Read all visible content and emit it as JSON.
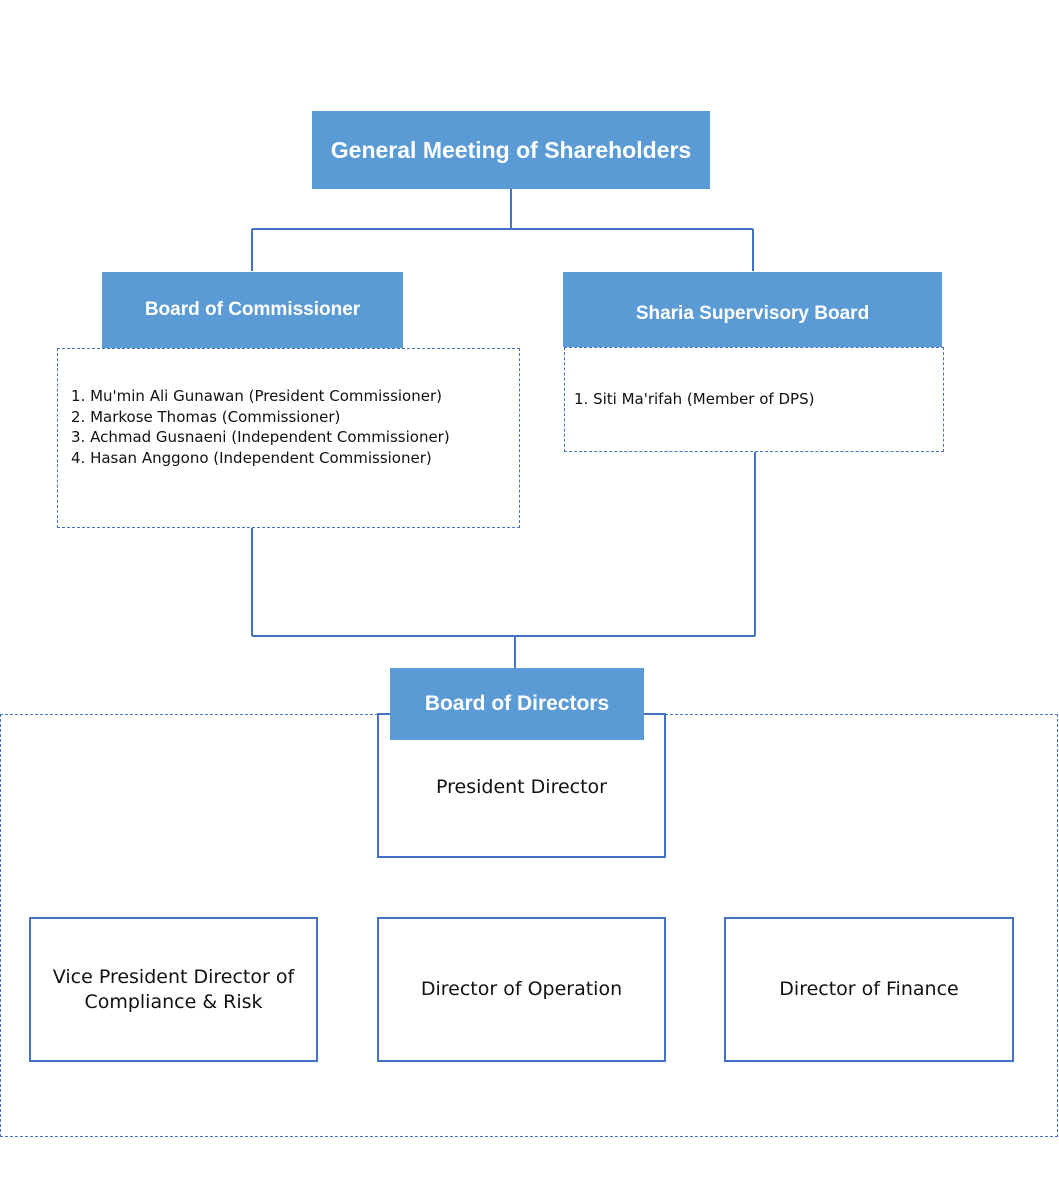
{
  "colors": {
    "header_fill": "#5b9bd5",
    "connector": "#4472c4",
    "header_text": "#ffffff"
  },
  "gms": {
    "title": "General Meeting of Shareholders"
  },
  "commissioners": {
    "title": "Board of Commissioner",
    "members": [
      "1. Mu'min Ali Gunawan (President Commissioner)",
      "2. Markose Thomas (Commissioner)",
      "3. Achmad Gusnaeni (Independent Commissioner)",
      "4. Hasan Anggono (Independent Commissioner)"
    ]
  },
  "sharia": {
    "title": "Sharia Supervisory Board",
    "members": [
      "1. Siti Ma'rifah (Member of DPS)"
    ]
  },
  "directors": {
    "title": "Board of Directors",
    "president": "President Director",
    "subordinates": [
      "Vice President Director of Compliance & Risk",
      "Director of Operation",
      "Director of Finance"
    ]
  }
}
